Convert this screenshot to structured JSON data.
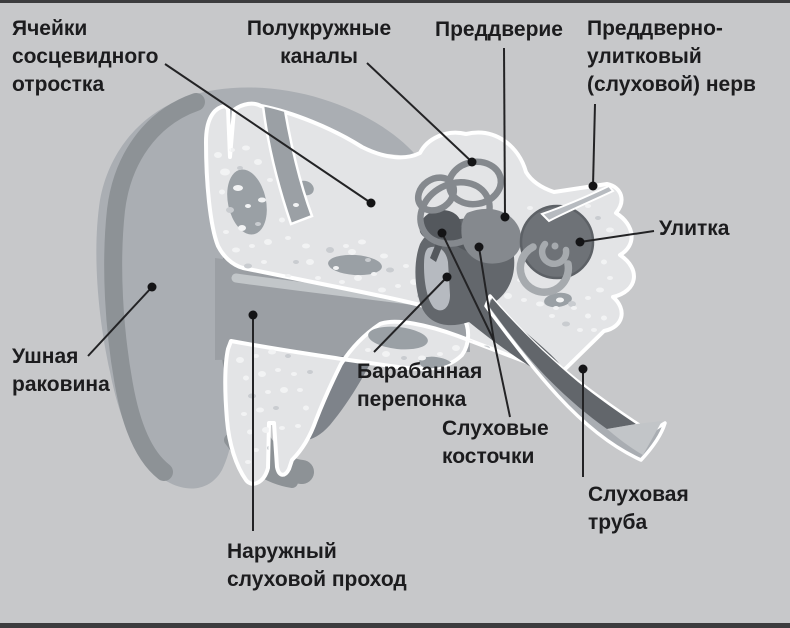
{
  "figure": {
    "type": "anatomical-diagram",
    "subject": "Строение уха (ear anatomy)",
    "language": "ru"
  },
  "colors": {
    "background": "#c7c8ca",
    "label_text": "#1c1c1e",
    "leader_line": "#232325",
    "bone_fill": "#e3e4e6",
    "bone_outline": "#ffffff",
    "ear_fill": "#aaaeb3",
    "ear_fold": "#8d9296",
    "cochlea_fill": "#6e7277",
    "cavity_fill": "#63676c",
    "frame_bar": "#3c3c3e"
  },
  "labels": {
    "mastoid_cells": {
      "lines": [
        "Ячейки",
        "сосцевидного",
        "отростка"
      ]
    },
    "semicircular_canals": {
      "lines": [
        "Полукружные",
        "каналы"
      ]
    },
    "vestibule": {
      "lines": [
        "Преддверие"
      ]
    },
    "vestibulocochlear_nerve": {
      "lines": [
        "Преддверно-",
        "улитковый",
        "(слуховой) нерв"
      ]
    },
    "cochlea": {
      "lines": [
        "Улитка"
      ]
    },
    "auricle": {
      "lines": [
        "Ушная",
        "раковина"
      ]
    },
    "tympanic_membrane": {
      "lines": [
        "Барабанная",
        "перепонка"
      ]
    },
    "ossicles": {
      "lines": [
        "Слуховые",
        "косточки"
      ]
    },
    "auditory_tube": {
      "lines": [
        "Слуховая",
        "труба"
      ]
    },
    "ear_canal": {
      "lines": [
        "Наружный",
        "слуховой проход"
      ]
    }
  }
}
